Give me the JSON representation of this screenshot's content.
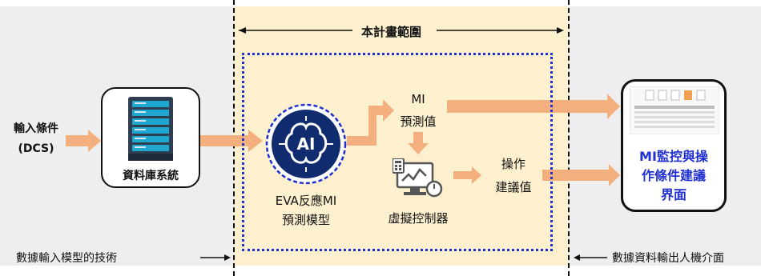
{
  "scope_title": "本計畫範圍",
  "input": {
    "line1": "輸入條件",
    "line2": "(DCS)"
  },
  "database": {
    "label": "資料庫系統",
    "icon": "server-rack-icon"
  },
  "model": {
    "line1": "EVA反應MI",
    "line2": "預測模型",
    "badge": "AI",
    "icon": "ai-brain-icon"
  },
  "mi_prediction": {
    "line1": "MI",
    "line2": "預測值"
  },
  "controller": {
    "label": "虛擬控制器",
    "icon": "virtual-controller-icon"
  },
  "operation": {
    "line1": "操作",
    "line2": "建議值"
  },
  "interface": {
    "line1": "MI監控與操",
    "line2": "作條件建議",
    "line3": "界面",
    "icon": "dashboard-screenshot-icon"
  },
  "footer": {
    "left": "數據輸入模型的技術",
    "right": "數據資料輸出人機介面"
  },
  "colors": {
    "arrow": "#f3b07e",
    "scope_bg": "#fdf0cf",
    "side_bg": "#eeeeee",
    "blue": "#1f2fd0"
  }
}
